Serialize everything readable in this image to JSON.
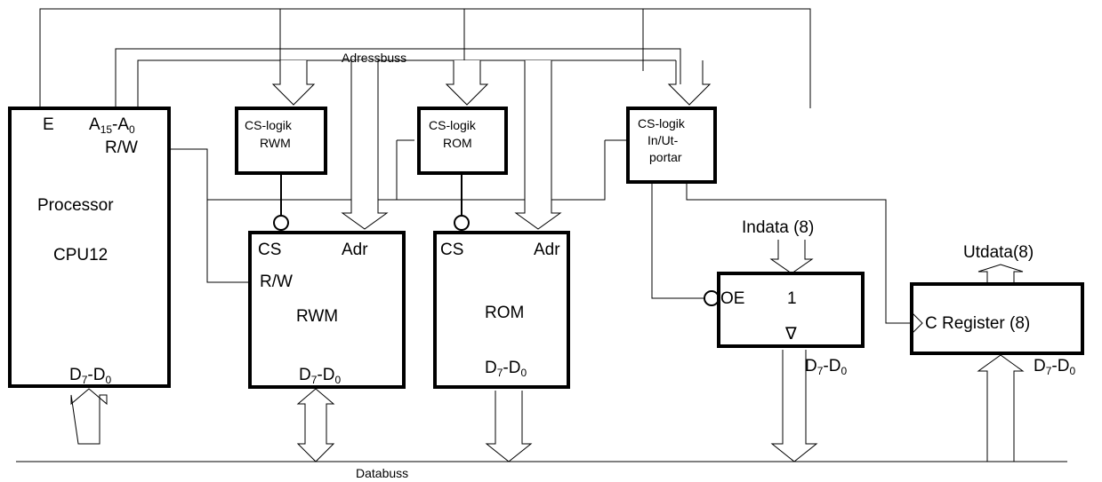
{
  "bus": {
    "address": "Adressbuss",
    "data": "Databuss"
  },
  "cpu": {
    "enable": "E",
    "addr_a": "A",
    "addr_a_hi": "15",
    "addr_sep": "-A",
    "addr_a_lo": "0",
    "rw": "R/W",
    "title": "Processor",
    "model": "CPU12",
    "data_d": "D",
    "data_hi": "7",
    "data_sep": "-D",
    "data_lo": "0"
  },
  "cs_rwm": {
    "line1": "CS-logik",
    "line2": "RWM"
  },
  "cs_rom": {
    "line1": "CS-logik",
    "line2": "ROM"
  },
  "cs_io": {
    "line1": "CS-logik",
    "line2": "In/Ut-",
    "line3": "portar"
  },
  "rwm": {
    "cs": "CS",
    "adr": "Adr",
    "rw": "R/W",
    "title": "RWM",
    "data_d": "D",
    "data_hi": "7",
    "data_sep": "-D",
    "data_lo": "0"
  },
  "rom": {
    "cs": "CS",
    "adr": "Adr",
    "title": "ROM",
    "data_d": "D",
    "data_hi": "7",
    "data_sep": "-D",
    "data_lo": "0"
  },
  "inport": {
    "input_label": "Indata (8)",
    "oe": "OE",
    "one": "1",
    "tri": "∇",
    "data_d": "D",
    "data_hi": "7",
    "data_sep": "-D",
    "data_lo": "0"
  },
  "outport": {
    "output_label": "Utdata(8)",
    "title": "C Register (8)",
    "data_d": "D",
    "data_hi": "7",
    "data_sep": "-D",
    "data_lo": "0"
  }
}
